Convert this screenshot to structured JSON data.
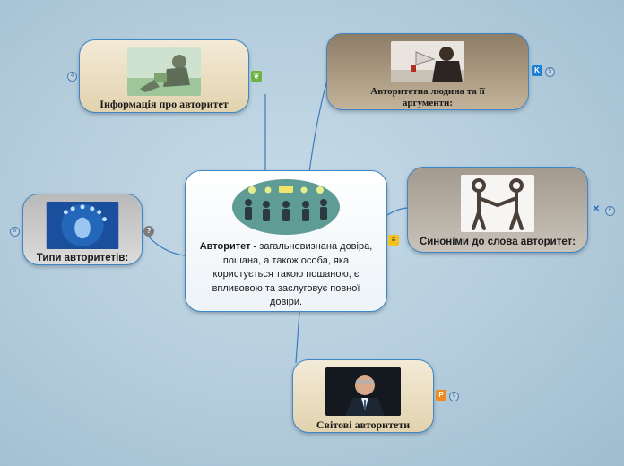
{
  "central": {
    "title": "Авторитет -",
    "text": "загальновизнана довіра, пошана, а також особа, яка користується такою пошаною, є впливовою та заслуговує повної довіри."
  },
  "topics": [
    {
      "id": "info",
      "label": "Інформація про авторитет",
      "number": "4",
      "icon": "leaf-icon"
    },
    {
      "id": "arguments",
      "label": "Авторитетна людина та її аргументи:",
      "number": "5",
      "icon": "k-badge-icon"
    },
    {
      "id": "synonyms",
      "label": "Синоніми до слова авторитет:",
      "number": "6",
      "icon": "x-mark-icon"
    },
    {
      "id": "world",
      "label": "Світові авторитети",
      "number": "9",
      "icon": "p-badge-icon"
    },
    {
      "id": "types",
      "label": "Типи авторитетів:",
      "number": "8",
      "icon": "question-icon"
    }
  ],
  "colors": {
    "border": "#3d86c9",
    "link": "#3b7bbf",
    "tan_node": "#e8dcbf",
    "brown_node": "#9c8b73",
    "grey_node": "#c9c9c9"
  }
}
